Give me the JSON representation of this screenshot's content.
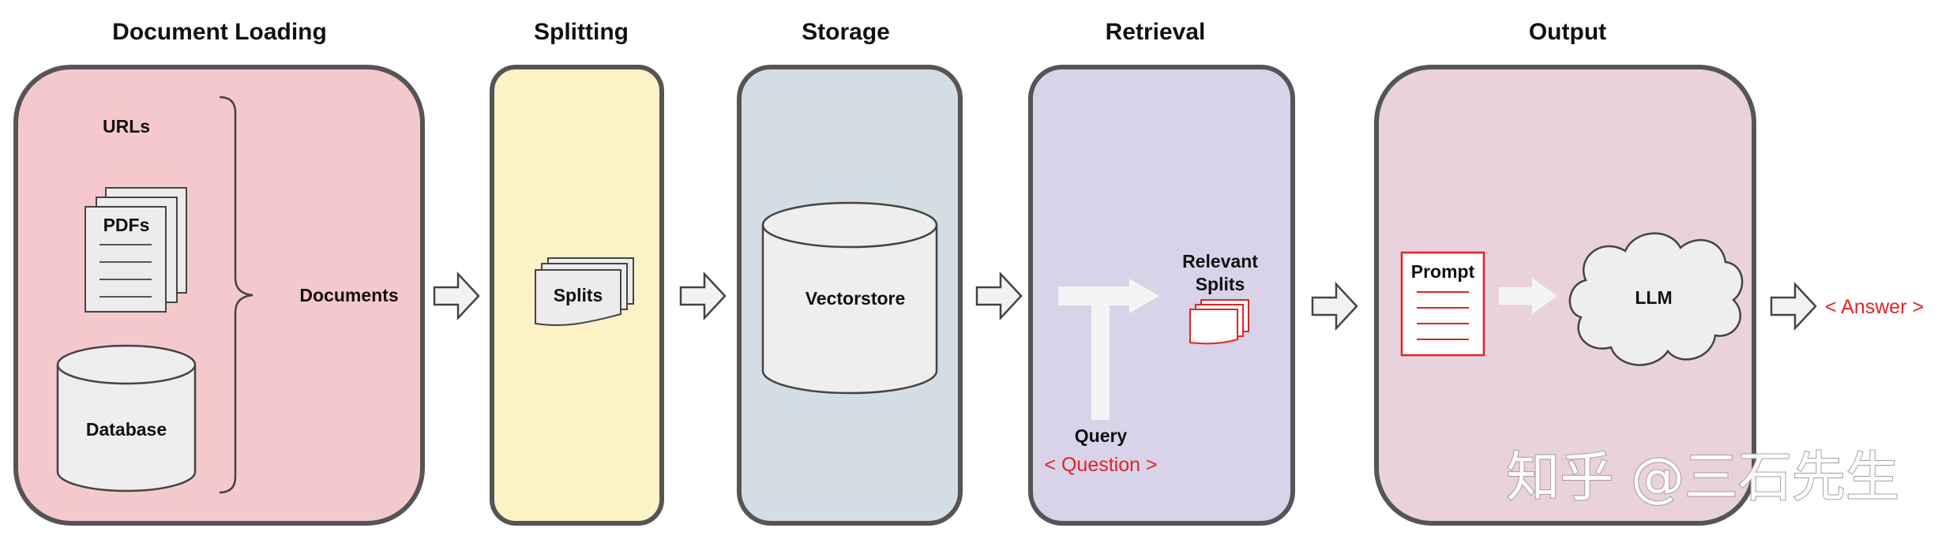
{
  "stages": {
    "loading": {
      "title": "Document Loading",
      "urls": "URLs",
      "pdfs": "PDFs",
      "database": "Database",
      "documents": "Documents"
    },
    "splitting": {
      "title": "Splitting",
      "splits": "Splits"
    },
    "storage": {
      "title": "Storage",
      "vectorstore": "Vectorstore"
    },
    "retrieval": {
      "title": "Retrieval",
      "relevant_line1": "Relevant",
      "relevant_line2": "Splits",
      "query": "Query",
      "question": "< Question >"
    },
    "output": {
      "title": "Output",
      "prompt": "Prompt",
      "llm": "LLM",
      "answer": "< Answer >"
    }
  },
  "watermark": "知乎 @三石先生",
  "colors": {
    "loading_bg": "#f5c9cb",
    "splitting_bg": "#fdf1c6",
    "storage_bg": "#d2dee3",
    "retrieval_bg": "#d8d3e9",
    "output_bg": "#ead2dd",
    "border": "#555555",
    "accent_red": "#e02424"
  }
}
